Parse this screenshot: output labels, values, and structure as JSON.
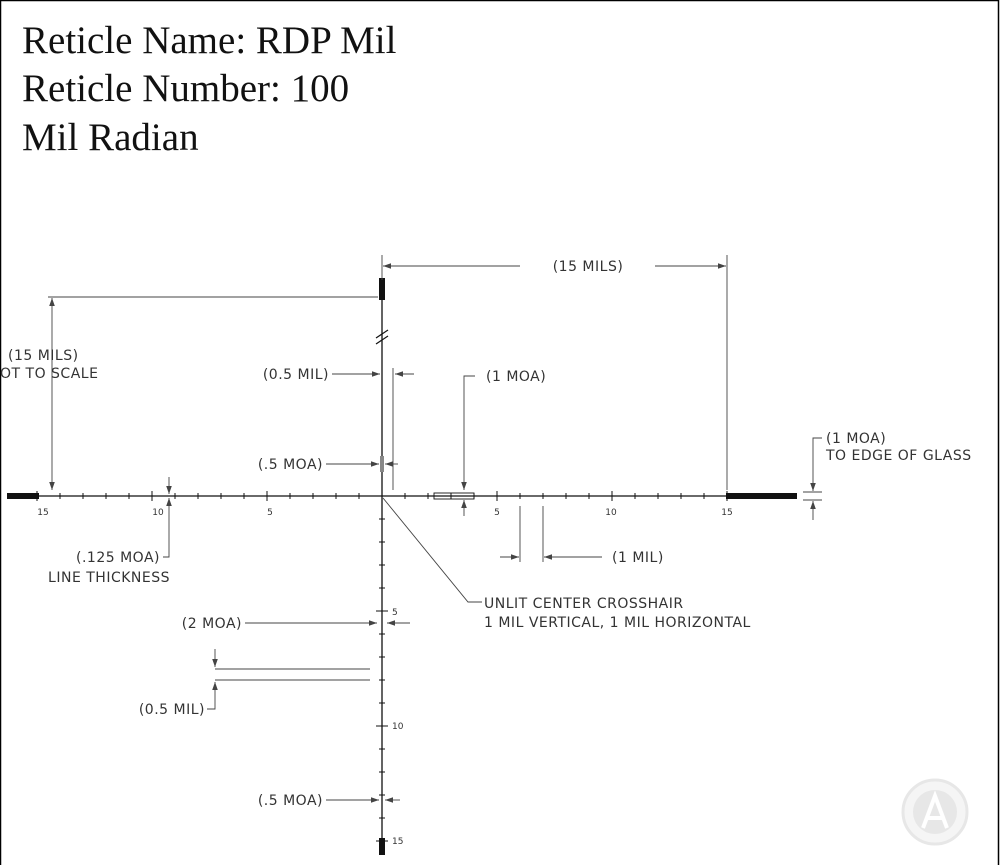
{
  "header": {
    "reticle_name": "Reticle Name: RDP Mil",
    "reticle_number": "Reticle Number: 100",
    "unit": "Mil Radian"
  },
  "annotations": {
    "top_span": "(15 MILS)",
    "left_span": "(15 MILS)",
    "left_note": "OT TO SCALE",
    "half_mil_top": "(0.5 MIL)",
    "one_moa_top": "(1 MOA)",
    "half_moa_top": "(.5 MOA)",
    "edge_moa": "(1 MOA)",
    "edge_note": "TO EDGE OF GLASS",
    "line_thickness_moa": "(.125 MOA)",
    "line_thickness_label": "LINE THICKNESS",
    "one_mil": "(1 MIL)",
    "center_line1": "UNLIT CENTER CROSSHAIR",
    "center_line2": "1 MIL VERTICAL, 1 MIL HORIZONTAL",
    "two_moa": "(2 MOA)",
    "half_mil_bottom": "(0.5 MIL)",
    "half_moa_bottom": "(.5 MOA)"
  },
  "scale": {
    "left_labels": [
      "15",
      "10",
      "5"
    ],
    "right_labels": [
      "5",
      "10",
      "15"
    ],
    "down_labels": [
      "5",
      "10",
      "15"
    ]
  },
  "colors": {
    "ink": "#111111",
    "dim_line": "#444444",
    "label": "#333333",
    "frame": "#000000",
    "watermark": "#d4d4d4"
  }
}
